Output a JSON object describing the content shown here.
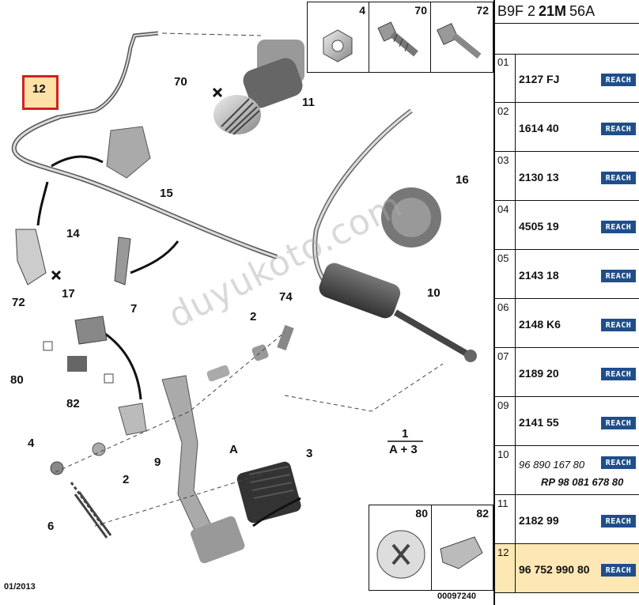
{
  "panel": {
    "header_prefix": "B9F 2",
    "header_bold": "21M",
    "header_suffix": "56A",
    "rows": [
      {
        "idx": "01",
        "ref": "2127 FJ",
        "badge": "REACH"
      },
      {
        "idx": "02",
        "ref": "1614 40",
        "badge": "REACH"
      },
      {
        "idx": "03",
        "ref": "2130 13",
        "badge": "REACH"
      },
      {
        "idx": "04",
        "ref": "4505 19",
        "badge": "REACH"
      },
      {
        "idx": "05",
        "ref": "2143 18",
        "badge": "REACH"
      },
      {
        "idx": "06",
        "ref": "2148 K6",
        "badge": "REACH"
      },
      {
        "idx": "07",
        "ref": "2189 20",
        "badge": "REACH"
      },
      {
        "idx": "09",
        "ref": "2141 55",
        "badge": "REACH"
      },
      {
        "idx": "10",
        "ref_italic": "96 890 167 80",
        "ref_rp": "RP 98 081 678 80",
        "badge": "REACH"
      },
      {
        "idx": "11",
        "ref": "2182 99",
        "badge": "REACH"
      },
      {
        "idx": "12",
        "ref": "96 752 990 80",
        "badge": "REACH",
        "highlight": true
      }
    ]
  },
  "diagram": {
    "selected_label": "12",
    "hardware_top": [
      "4",
      "70",
      "72"
    ],
    "hardware_bottom": [
      "80",
      "82"
    ],
    "callouts": {
      "c70": "70",
      "c11": "11",
      "c15": "15",
      "c14": "14",
      "c72": "72",
      "c17": "17",
      "c16": "16",
      "c7": "7",
      "c74": "74",
      "c2a": "2",
      "c10": "10",
      "c80": "80",
      "c82": "82",
      "c1": "1",
      "c1b": "A + 3",
      "c4": "4",
      "c9": "9",
      "c2b": "2",
      "cA": "A",
      "c3": "3",
      "c6": "6"
    },
    "footer_left": "01/2013",
    "footer_right": "00097240",
    "watermark": "duyukoto.com"
  },
  "colors": {
    "reach_badge": "#1f4e8a",
    "highlight_row": "#fde7b5",
    "selected_border": "#d42020"
  }
}
